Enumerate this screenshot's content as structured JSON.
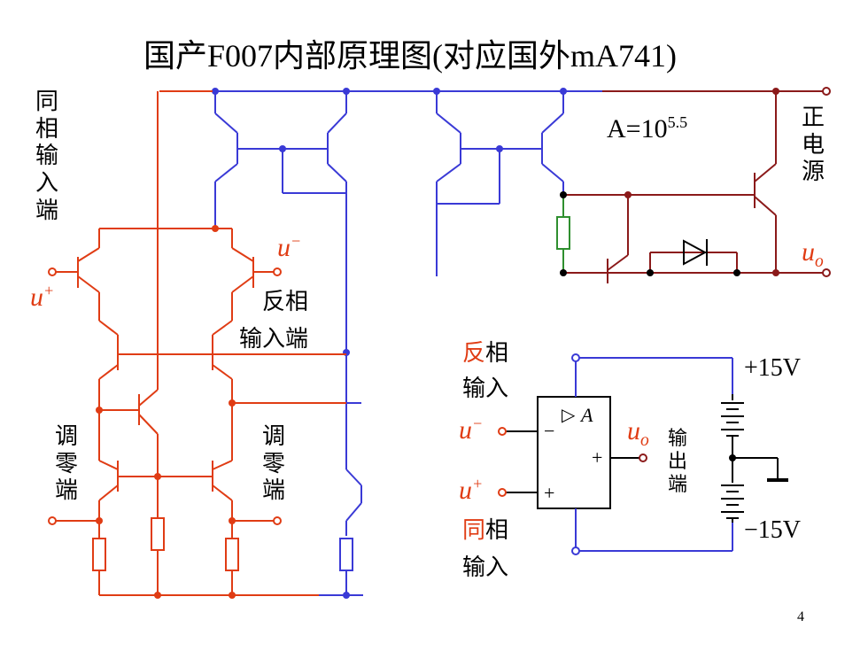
{
  "title": "国产F007内部原理图(对应国外mA741)",
  "page_number": "4",
  "gain": {
    "base": "A=10",
    "exp": "5.5"
  },
  "labels": {
    "noninv_input_v": [
      "同",
      "相",
      "输",
      "入",
      "端"
    ],
    "pos_supply_v": [
      "正",
      "电",
      "源"
    ],
    "inv_input_1": "反相",
    "inv_input_2": "输入端",
    "zero_adj_left": [
      "调",
      "零",
      "端"
    ],
    "zero_adj_right": [
      "调",
      "零",
      "端"
    ],
    "u_minus_base": "u",
    "u_minus_sup": "−",
    "u_plus_base": "u",
    "u_plus_sup": "+",
    "u_o_base": "u",
    "u_o_sub": "o"
  },
  "symbol": {
    "inv_1": "反",
    "inv_2": "相",
    "inv_3": "输入",
    "noninv_1": "同",
    "noninv_2": "相",
    "noninv_3": "输入",
    "output_v": [
      "输",
      "出",
      "端"
    ],
    "plus15": "+15V",
    "minus15": "−15V",
    "amp_A": "A",
    "amp_tri": "▷",
    "minus_sign": "−",
    "plus_sign": "+"
  },
  "colors": {
    "blue": "#3a3ad6",
    "red": "#e03c14",
    "maroon": "#8b1a1a",
    "green": "#2f8f2f",
    "black": "#000000"
  }
}
